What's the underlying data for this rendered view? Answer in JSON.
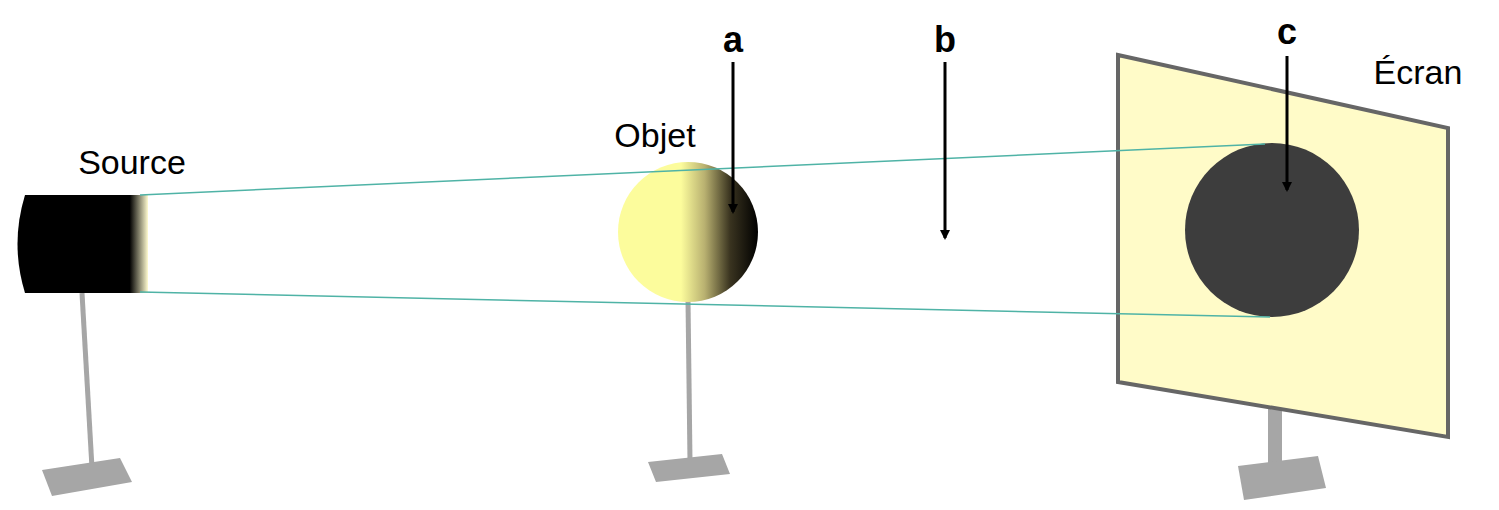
{
  "diagram": {
    "labels": [
      "Source",
      "Objet",
      "a",
      "b",
      "c",
      "Écran"
    ]
  }
}
